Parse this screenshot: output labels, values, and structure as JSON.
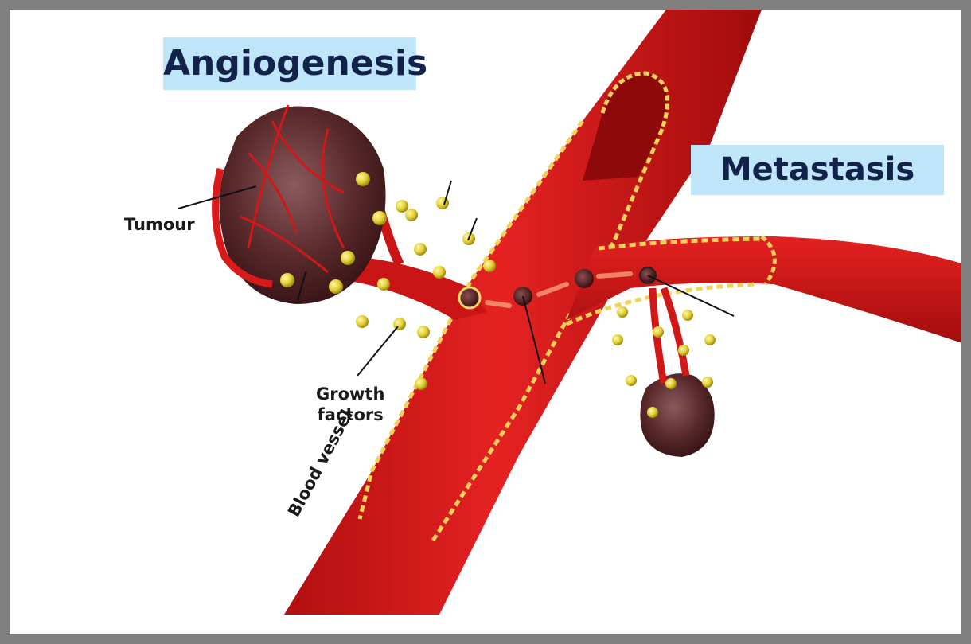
{
  "titles": {
    "angiogenesis": "Angiogenesis",
    "metastasis": "Metastasis"
  },
  "labels": {
    "tumour": "Tumour",
    "growth_line1": "Growth",
    "growth_line2": "factors",
    "blood_vessel": "Blood vessel"
  },
  "colors": {
    "vessel": "#d81a1a",
    "vessel_dark": "#9e0c0c",
    "vessel_lining": "#f2d35a",
    "title_bg": "#bfe6f8",
    "title_text": "#12224a",
    "tumour": "#5a2a2c",
    "growth_factor": "#e2d133",
    "frame": "#808080"
  }
}
